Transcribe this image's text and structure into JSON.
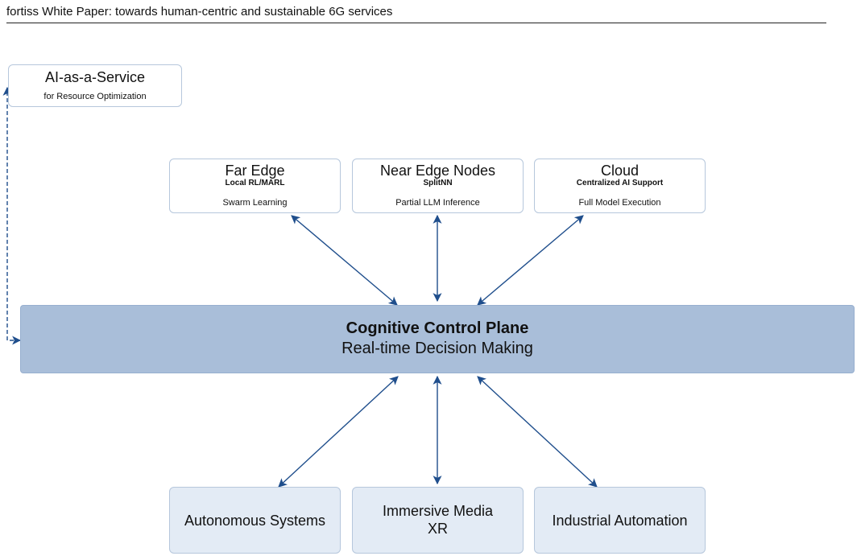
{
  "header": {
    "title": "fortiss White Paper: towards human-centric and sustainable 6G services"
  },
  "ai_service": {
    "title": "AI-as-a-Service",
    "subtitle": "for Resource Optimization"
  },
  "tiers": [
    {
      "title": "Far Edge",
      "subtitle": "Local RL/MARL",
      "detail": "Swarm Learning"
    },
    {
      "title": "Near Edge Nodes",
      "subtitle": "SplitNN",
      "detail": "Partial LLM Inference"
    },
    {
      "title": "Cloud",
      "subtitle": "Centralized AI Support",
      "detail": "Full Model Execution"
    }
  ],
  "control_plane": {
    "title": "Cognitive Control Plane",
    "subtitle": "Real-time Decision Making"
  },
  "applications": [
    {
      "line1": "Autonomous Systems"
    },
    {
      "line1": "Immersive Media",
      "line2": "XR"
    },
    {
      "line1": "Industrial Automation"
    }
  ],
  "colors": {
    "arrow": "#1f4e8c",
    "control_plane_fill": "#a9bed9",
    "app_fill": "#e3ebf5",
    "box_border": "#b6c7dc"
  }
}
